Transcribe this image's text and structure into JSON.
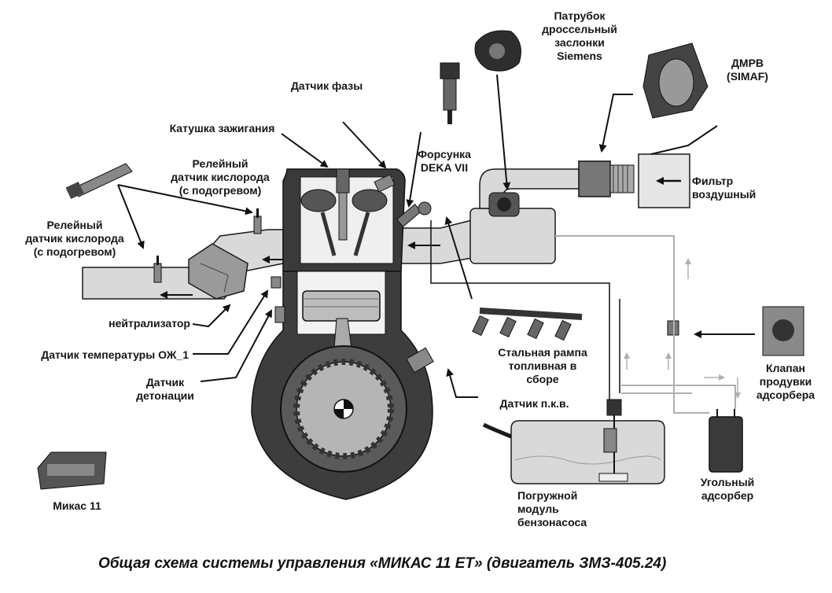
{
  "caption": "Общая схема системы управления «МИКАС 11 ЕТ» (двигатель ЗМЗ-405.24)",
  "labels": {
    "throttle": "Патрубок\nдроссельный\nзаслонки\nSiemens",
    "dmrv": "ДМРВ\n(SIMAF)",
    "phase_sensor": "Датчик фазы",
    "ignition_coil": "Катушка зажигания",
    "injector": "Форсунка\nDEKA VII",
    "air_filter": "Фильтр\nвоздушный",
    "o2_upper": "Релейный\nдатчик кислорода\n(с подогревом)",
    "o2_lower": "Релейный\nдатчик кислорода\n(с подогревом)",
    "catalyst": "нейтрализатор",
    "coolant_temp": "Датчик температуры ОЖ_1",
    "knock": "Датчик\nдетонации",
    "fuel_rail": "Стальная рампа\nтопливная в\nсборе",
    "crank_sensor": "Датчик п.к.в.",
    "purge_valve": "Клапан\nпродувки\nадсорбера",
    "ecu": "Микас 11",
    "fuel_pump": "Погружной\nмодуль\nбензонасоса",
    "canister": "Угольный\nадсорбер"
  },
  "colors": {
    "outline": "#1a1a1a",
    "engine_dark": "#3a3a3a",
    "flywheel": "#5a5a5a",
    "pipe_fill": "#d9d9d9",
    "part_grey": "#bdbdbd",
    "light_line": "#b0b0b0"
  }
}
